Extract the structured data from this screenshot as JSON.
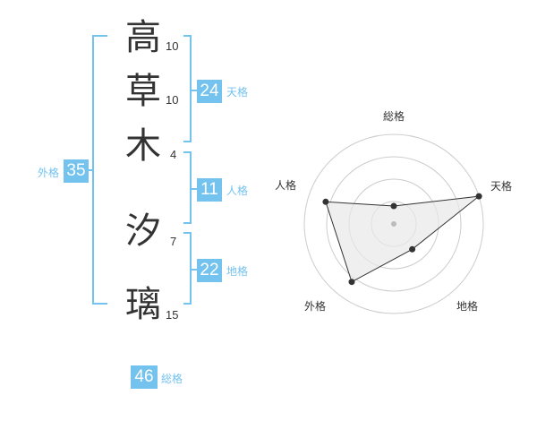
{
  "name_chars": [
    {
      "char": "高",
      "strokes": "10"
    },
    {
      "char": "草",
      "strokes": "10"
    },
    {
      "char": "木",
      "strokes": "4"
    },
    {
      "char": "汐",
      "strokes": "7"
    },
    {
      "char": "璃",
      "strokes": "15"
    }
  ],
  "kaku": {
    "tenkaku": {
      "label": "天格",
      "value": "24"
    },
    "jinkaku": {
      "label": "人格",
      "value": "11"
    },
    "chikaku": {
      "label": "地格",
      "value": "22"
    },
    "gaikaku": {
      "label": "外格",
      "value": "35"
    },
    "soukaku": {
      "label": "総格",
      "value": "46"
    }
  },
  "colors": {
    "accent": "#74c2ee",
    "text": "#333333",
    "grid": "#cccccc",
    "area_fill": "#e8e8e8",
    "marker": "#333333"
  },
  "chart_data": {
    "type": "radar",
    "axes": [
      "総格",
      "天格",
      "地格",
      "外格",
      "人格"
    ],
    "values": [
      0.2,
      1.0,
      0.35,
      0.8,
      0.8
    ],
    "max": 1.0,
    "rings": 4
  }
}
